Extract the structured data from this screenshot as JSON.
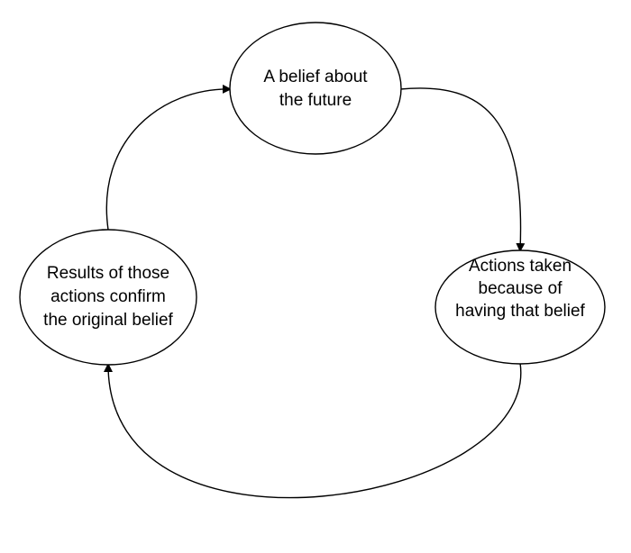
{
  "diagram": {
    "nodes": [
      {
        "id": "top",
        "lines": [
          "A belief about",
          "the future"
        ]
      },
      {
        "id": "right",
        "lines": [
          "Actions taken",
          "because of",
          "having that belief"
        ]
      },
      {
        "id": "left",
        "lines": [
          "Results of those",
          "actions confirm",
          "the original belief"
        ]
      }
    ],
    "edges": [
      {
        "from": "top",
        "to": "right"
      },
      {
        "from": "right",
        "to": "left"
      },
      {
        "from": "left",
        "to": "top"
      }
    ],
    "colors": {
      "stroke": "#000000",
      "fill": "#ffffff",
      "text": "#000000"
    }
  }
}
